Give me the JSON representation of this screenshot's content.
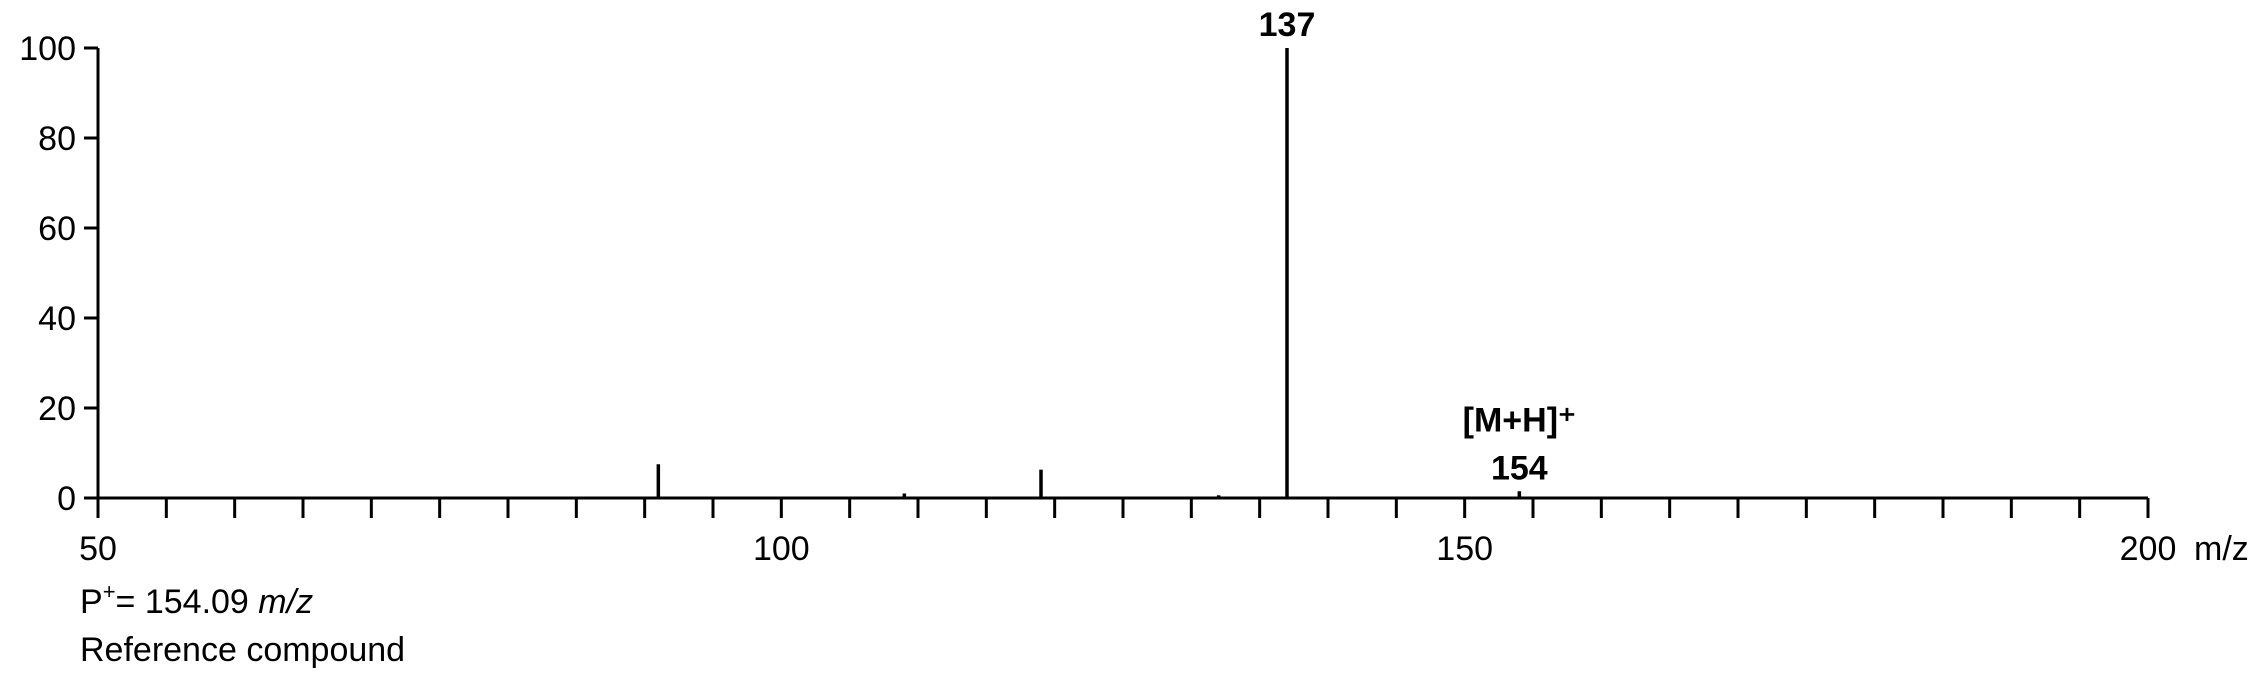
{
  "chart_data": {
    "type": "bar",
    "title": "",
    "xlabel": "m/z",
    "ylabel": "",
    "xlim": [
      50,
      200
    ],
    "ylim": [
      0,
      100
    ],
    "x_tick_labels": [
      50,
      100,
      150,
      200
    ],
    "x_minor_step": 5,
    "y_ticks": [
      0,
      20,
      40,
      60,
      80,
      100
    ],
    "grid": false,
    "legend": "none",
    "color": "#000000",
    "peaks": [
      {
        "mz": 91,
        "intensity": 7.5
      },
      {
        "mz": 109,
        "intensity": 1.0
      },
      {
        "mz": 119,
        "intensity": 6.3
      },
      {
        "mz": 132,
        "intensity": 0.6
      },
      {
        "mz": 137,
        "intensity": 100
      },
      {
        "mz": 154,
        "intensity": 1.5
      }
    ],
    "peak_labels": [
      {
        "mz": 137,
        "intensity": 100,
        "lines": [
          "137"
        ]
      },
      {
        "mz": 154,
        "intensity": 1.5,
        "lines": [
          "[M+H]⁺",
          "154"
        ]
      }
    ]
  },
  "notes": {
    "precursor_label": "P",
    "precursor_sup": "+",
    "precursor_eq": "=  154.09 ",
    "precursor_unit": "m/z",
    "line2": "Reference compound"
  }
}
